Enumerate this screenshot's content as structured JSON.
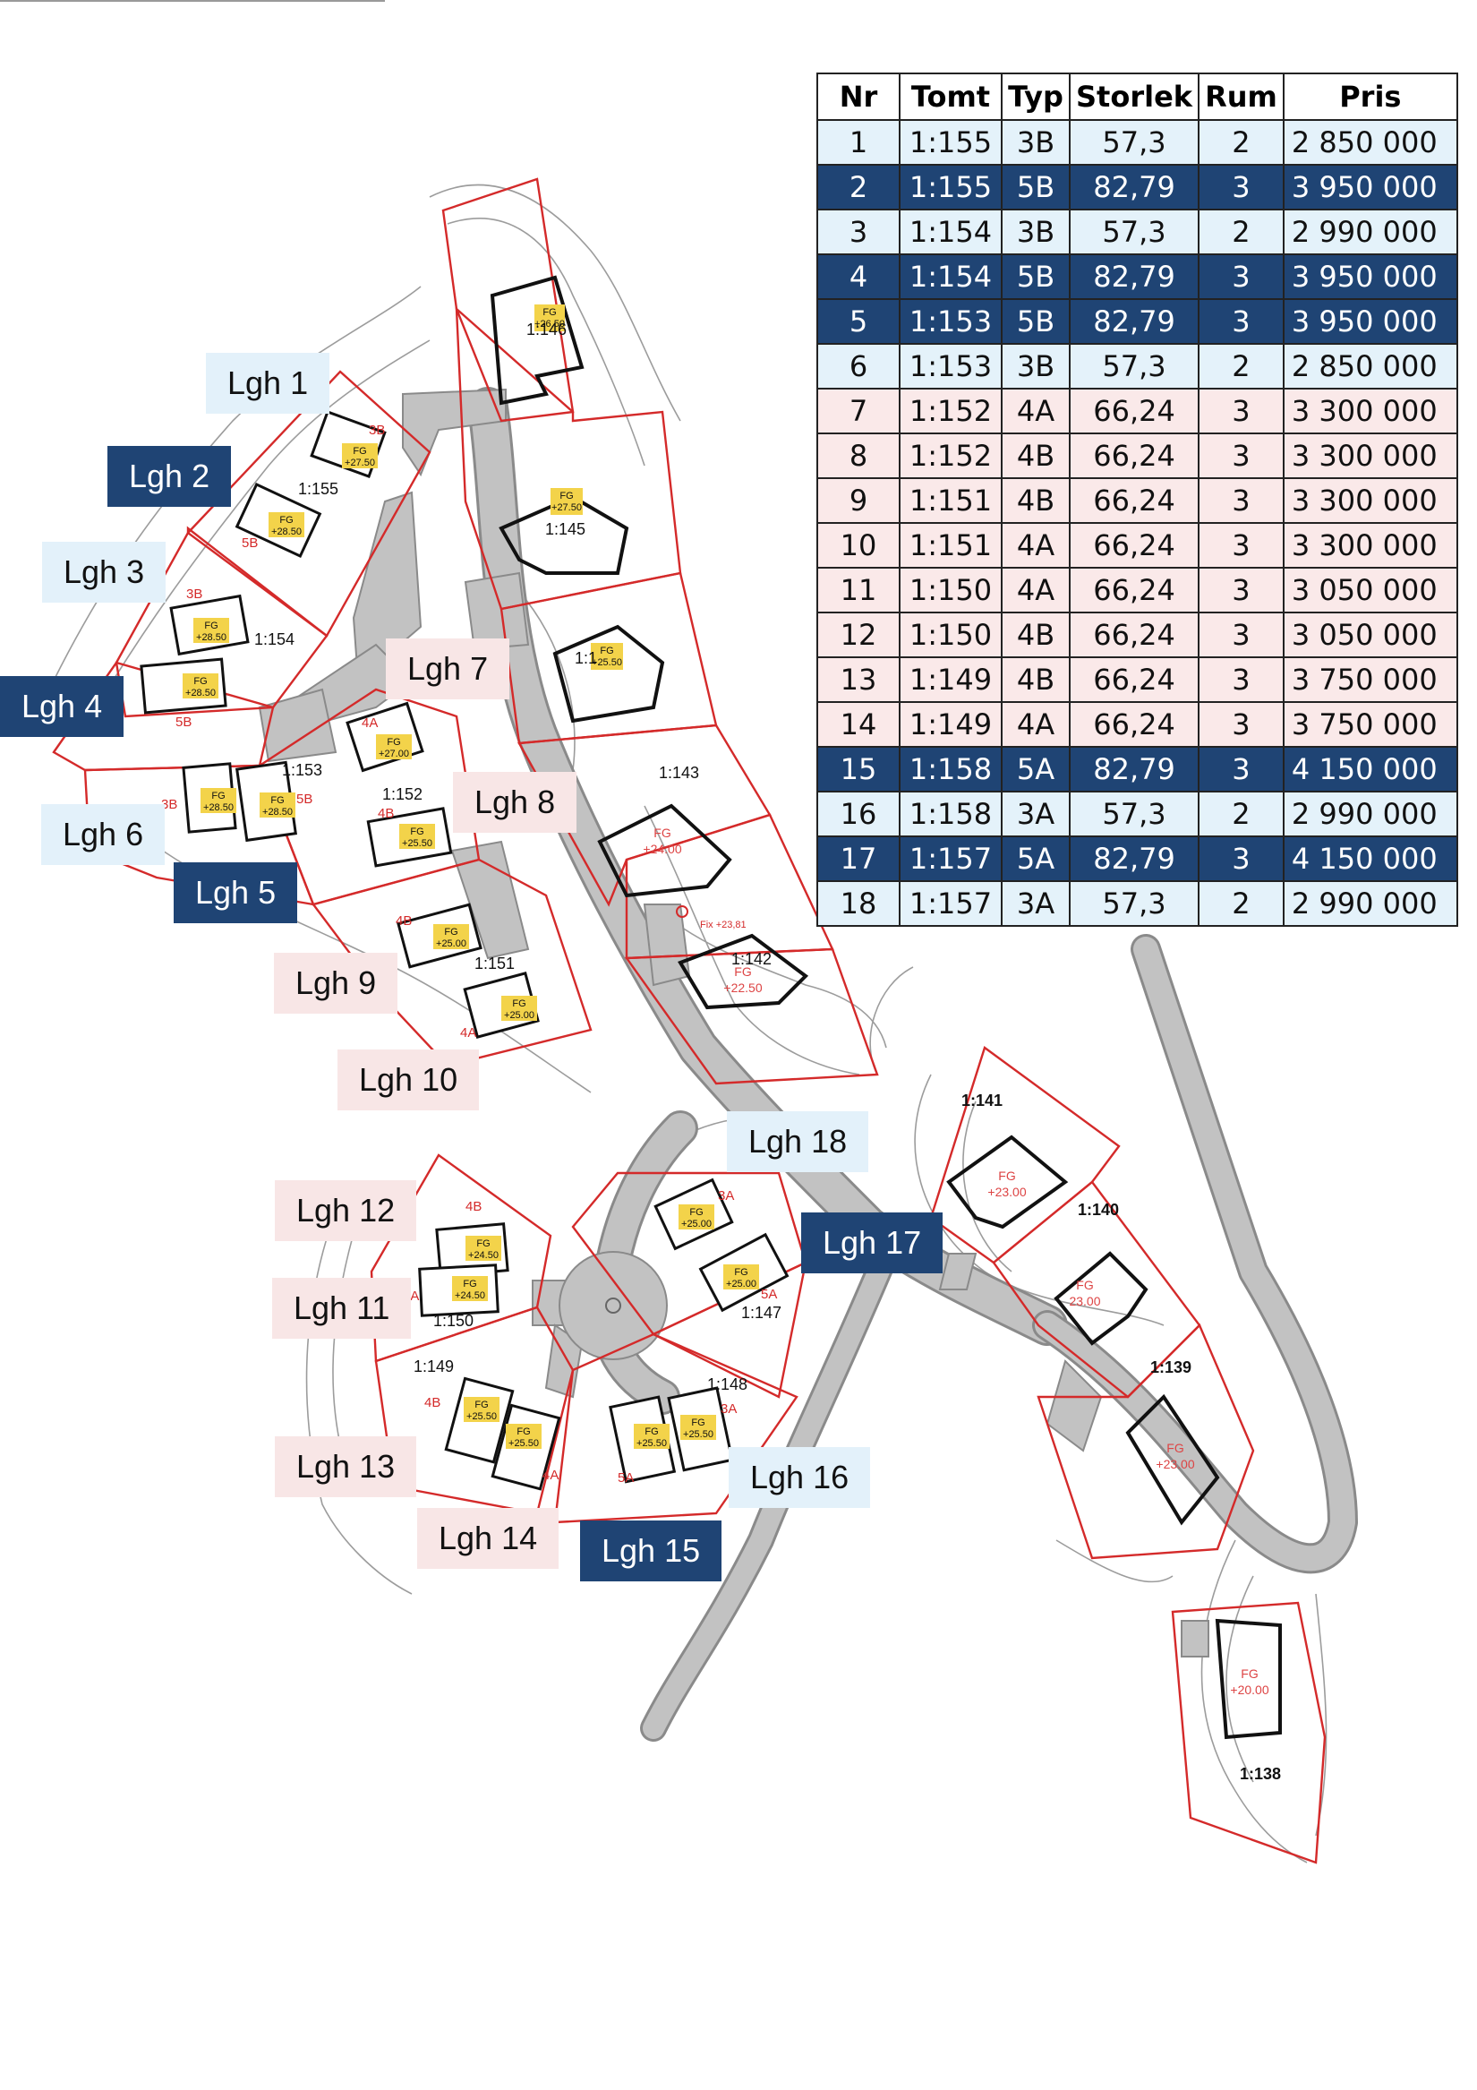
{
  "table": {
    "headers": [
      "Nr",
      "Tomt",
      "Typ",
      "Storlek",
      "Rum",
      "Pris"
    ],
    "rows": [
      {
        "nr": "1",
        "tomt": "1:155",
        "typ": "3B",
        "storlek": "57,3",
        "rum": "2",
        "pris": "2 850 000",
        "style": "light"
      },
      {
        "nr": "2",
        "tomt": "1:155",
        "typ": "5B",
        "storlek": "82,79",
        "rum": "3",
        "pris": "3 950 000",
        "style": "dark"
      },
      {
        "nr": "3",
        "tomt": "1:154",
        "typ": "3B",
        "storlek": "57,3",
        "rum": "2",
        "pris": "2 990 000",
        "style": "light"
      },
      {
        "nr": "4",
        "tomt": "1:154",
        "typ": "5B",
        "storlek": "82,79",
        "rum": "3",
        "pris": "3 950 000",
        "style": "dark"
      },
      {
        "nr": "5",
        "tomt": "1:153",
        "typ": "5B",
        "storlek": "82,79",
        "rum": "3",
        "pris": "3 950 000",
        "style": "dark"
      },
      {
        "nr": "6",
        "tomt": "1:153",
        "typ": "3B",
        "storlek": "57,3",
        "rum": "2",
        "pris": "2 850 000",
        "style": "light"
      },
      {
        "nr": "7",
        "tomt": "1:152",
        "typ": "4A",
        "storlek": "66,24",
        "rum": "3",
        "pris": "3 300 000",
        "style": "pink"
      },
      {
        "nr": "8",
        "tomt": "1:152",
        "typ": "4B",
        "storlek": "66,24",
        "rum": "3",
        "pris": "3 300 000",
        "style": "pink"
      },
      {
        "nr": "9",
        "tomt": "1:151",
        "typ": "4B",
        "storlek": "66,24",
        "rum": "3",
        "pris": "3 300 000",
        "style": "pink"
      },
      {
        "nr": "10",
        "tomt": "1:151",
        "typ": "4A",
        "storlek": "66,24",
        "rum": "3",
        "pris": "3 300 000",
        "style": "pink"
      },
      {
        "nr": "11",
        "tomt": "1:150",
        "typ": "4A",
        "storlek": "66,24",
        "rum": "3",
        "pris": "3 050 000",
        "style": "pink"
      },
      {
        "nr": "12",
        "tomt": "1:150",
        "typ": "4B",
        "storlek": "66,24",
        "rum": "3",
        "pris": "3 050 000",
        "style": "pink"
      },
      {
        "nr": "13",
        "tomt": "1:149",
        "typ": "4B",
        "storlek": "66,24",
        "rum": "3",
        "pris": "3 750 000",
        "style": "pink"
      },
      {
        "nr": "14",
        "tomt": "1:149",
        "typ": "4A",
        "storlek": "66,24",
        "rum": "3",
        "pris": "3 750 000",
        "style": "pink"
      },
      {
        "nr": "15",
        "tomt": "1:158",
        "typ": "5A",
        "storlek": "82,79",
        "rum": "3",
        "pris": "4 150 000",
        "style": "dark"
      },
      {
        "nr": "16",
        "tomt": "1:158",
        "typ": "3A",
        "storlek": "57,3",
        "rum": "2",
        "pris": "2 990 000",
        "style": "light"
      },
      {
        "nr": "17",
        "tomt": "1:157",
        "typ": "5A",
        "storlek": "82,79",
        "rum": "3",
        "pris": "4 150 000",
        "style": "dark"
      },
      {
        "nr": "18",
        "tomt": "1:157",
        "typ": "3A",
        "storlek": "57,3",
        "rum": "2",
        "pris": "2 990 000",
        "style": "light"
      }
    ]
  },
  "lgh_labels": [
    {
      "text": "Lgh 1",
      "style": "light"
    },
    {
      "text": "Lgh 2",
      "style": "dark"
    },
    {
      "text": "Lgh 3",
      "style": "light"
    },
    {
      "text": "Lgh 4",
      "style": "dark"
    },
    {
      "text": "Lgh 5",
      "style": "dark"
    },
    {
      "text": "Lgh 6",
      "style": "light"
    },
    {
      "text": "Lgh 7",
      "style": "pink"
    },
    {
      "text": "Lgh 8",
      "style": "pink"
    },
    {
      "text": "Lgh 9",
      "style": "pink"
    },
    {
      "text": "Lgh 10",
      "style": "pink"
    },
    {
      "text": "Lgh 11",
      "style": "pink"
    },
    {
      "text": "Lgh 12",
      "style": "pink"
    },
    {
      "text": "Lgh 13",
      "style": "pink"
    },
    {
      "text": "Lgh 14",
      "style": "pink"
    },
    {
      "text": "Lgh 15",
      "style": "dark"
    },
    {
      "text": "Lgh 16",
      "style": "light"
    },
    {
      "text": "Lgh 17",
      "style": "dark"
    },
    {
      "text": "Lgh 18",
      "style": "light"
    }
  ],
  "plots": [
    "1:155",
    "1:154",
    "1:153",
    "1:152",
    "1:151",
    "1:150",
    "1:149",
    "1:148",
    "1:147",
    "1:146",
    "1:145",
    "1:1",
    "1:143",
    "1:142",
    "1:141",
    "1:140",
    "1:139",
    "1:138"
  ],
  "unit_types": [
    "3B",
    "5B",
    "3B",
    "5B",
    "5B",
    "3B",
    "4A",
    "4B",
    "4B",
    "4A",
    "4A",
    "4B",
    "4B",
    "4A",
    "5A",
    "3A",
    "5A",
    "3A"
  ],
  "fg_levels": {
    "fg": "FG",
    "levels": [
      "+27.50",
      "+28.50",
      "+28.50",
      "+28.50",
      "+28.50",
      "+28.50",
      "+27.00",
      "+25.50",
      "+25.00",
      "+25.00",
      "+24.50",
      "+24.50",
      "+25.50",
      "+25.50",
      "+25.50",
      "+25.50",
      "+25.00",
      "+25.00",
      "+26.50",
      "+27.50",
      "+25.50",
      "+24.00",
      "+22.50",
      "+23.00",
      "23.00",
      "+23.00",
      "+20.00"
    ]
  },
  "fix_label": "Fix +23,81",
  "colors": {
    "dark": "#1f4474",
    "light": "#e3f1fa",
    "pink": "#f8e6e6",
    "boundary": "#d42a2a",
    "road": "#b9b9b9",
    "building": "#111111",
    "fg_badge": "#f3d34a"
  }
}
